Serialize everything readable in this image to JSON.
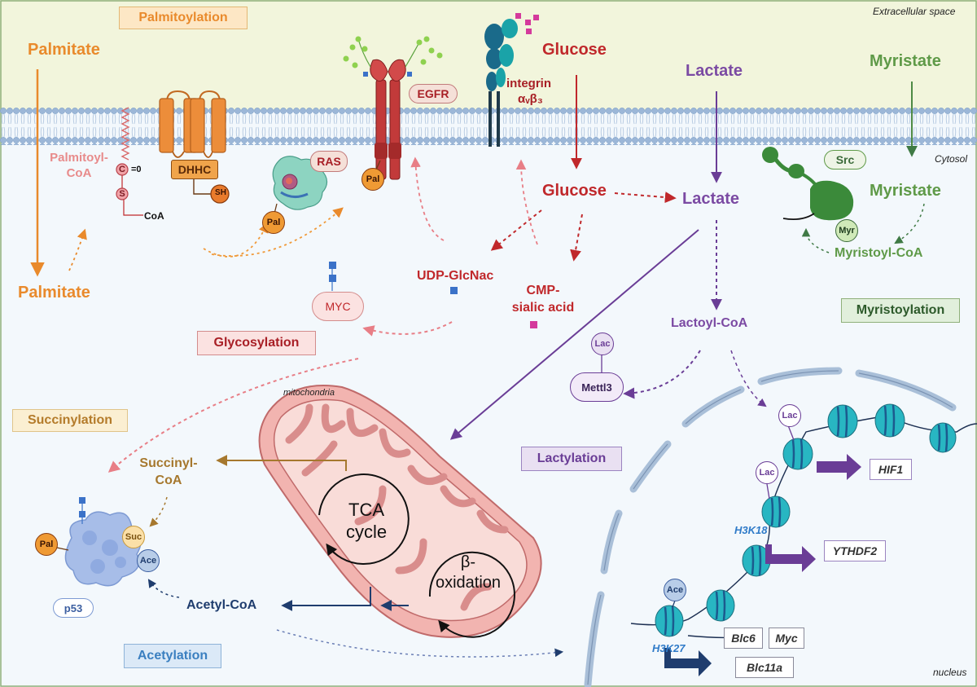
{
  "regions": {
    "extracellular": "Extracellular space",
    "cytosol": "Cytosol",
    "nucleus": "nucleus",
    "mitochondria": "mitochondria"
  },
  "modifications": {
    "palmitoylation": "Palmitoylation",
    "glycosylation": "Glycosylation",
    "succinylation": "Succinylation",
    "lactylation": "Lactylation",
    "myristoylation": "Myristoylation",
    "acetylation": "Acetylation"
  },
  "metabolites": {
    "palmitate_top": "Palmitate",
    "palmitate_bottom": "Palmitate",
    "palmitoyl_coa": "Palmitoyl-\nCoA",
    "glucose_out": "Glucose",
    "glucose_in": "Glucose",
    "lactate_out": "Lactate",
    "lactate_in": "Lactate",
    "myristate_out": "Myristate",
    "myristate_in": "Myristate",
    "myristoyl_coa": "Myristoyl-CoA",
    "udp_glcnac": "UDP-GlcNac",
    "cmp_sialic": "CMP-\nsialic acid",
    "lactoyl_coa": "Lactoyl-CoA",
    "succinyl_coa": "Succinyl-\nCoA",
    "acetyl_coa": "Acetyl-CoA",
    "tca_cycle": "TCA\ncycle",
    "beta_oxidation": "β-\noxidation"
  },
  "proteins": {
    "egfr": "EGFR",
    "integrin": "integrin",
    "integrin_sub": "αᵥβ₃",
    "dhhc": "DHHC",
    "sh": "SH",
    "ras": "RAS",
    "src": "Src",
    "myc": "MYC",
    "mettl3": "Mettl3",
    "p53": "p53"
  },
  "tags": {
    "pal": "Pal",
    "myr": "Myr",
    "lac": "Lac",
    "ace": "Ace",
    "suc": "Suc",
    "c": "C",
    "s": "S",
    "eq_o": "=0",
    "coa": "CoA"
  },
  "histone_marks": {
    "h3k18": "H3K18",
    "h3k27": "H3K27"
  },
  "genes": {
    "hif1": "HIF1",
    "ythdf2": "YTHDF2",
    "blc6": "Blc6",
    "myc": "Myc",
    "blc11a": "Blc11a"
  },
  "colors": {
    "orange": "#e98a2c",
    "glyco_red": "#c0282b",
    "lactate_purple": "#7b4aa3",
    "myr_green": "#5f9a48",
    "succ_brown": "#a6782e",
    "acetyl_navy": "#1f3d6e",
    "pink": "#e87e86"
  }
}
